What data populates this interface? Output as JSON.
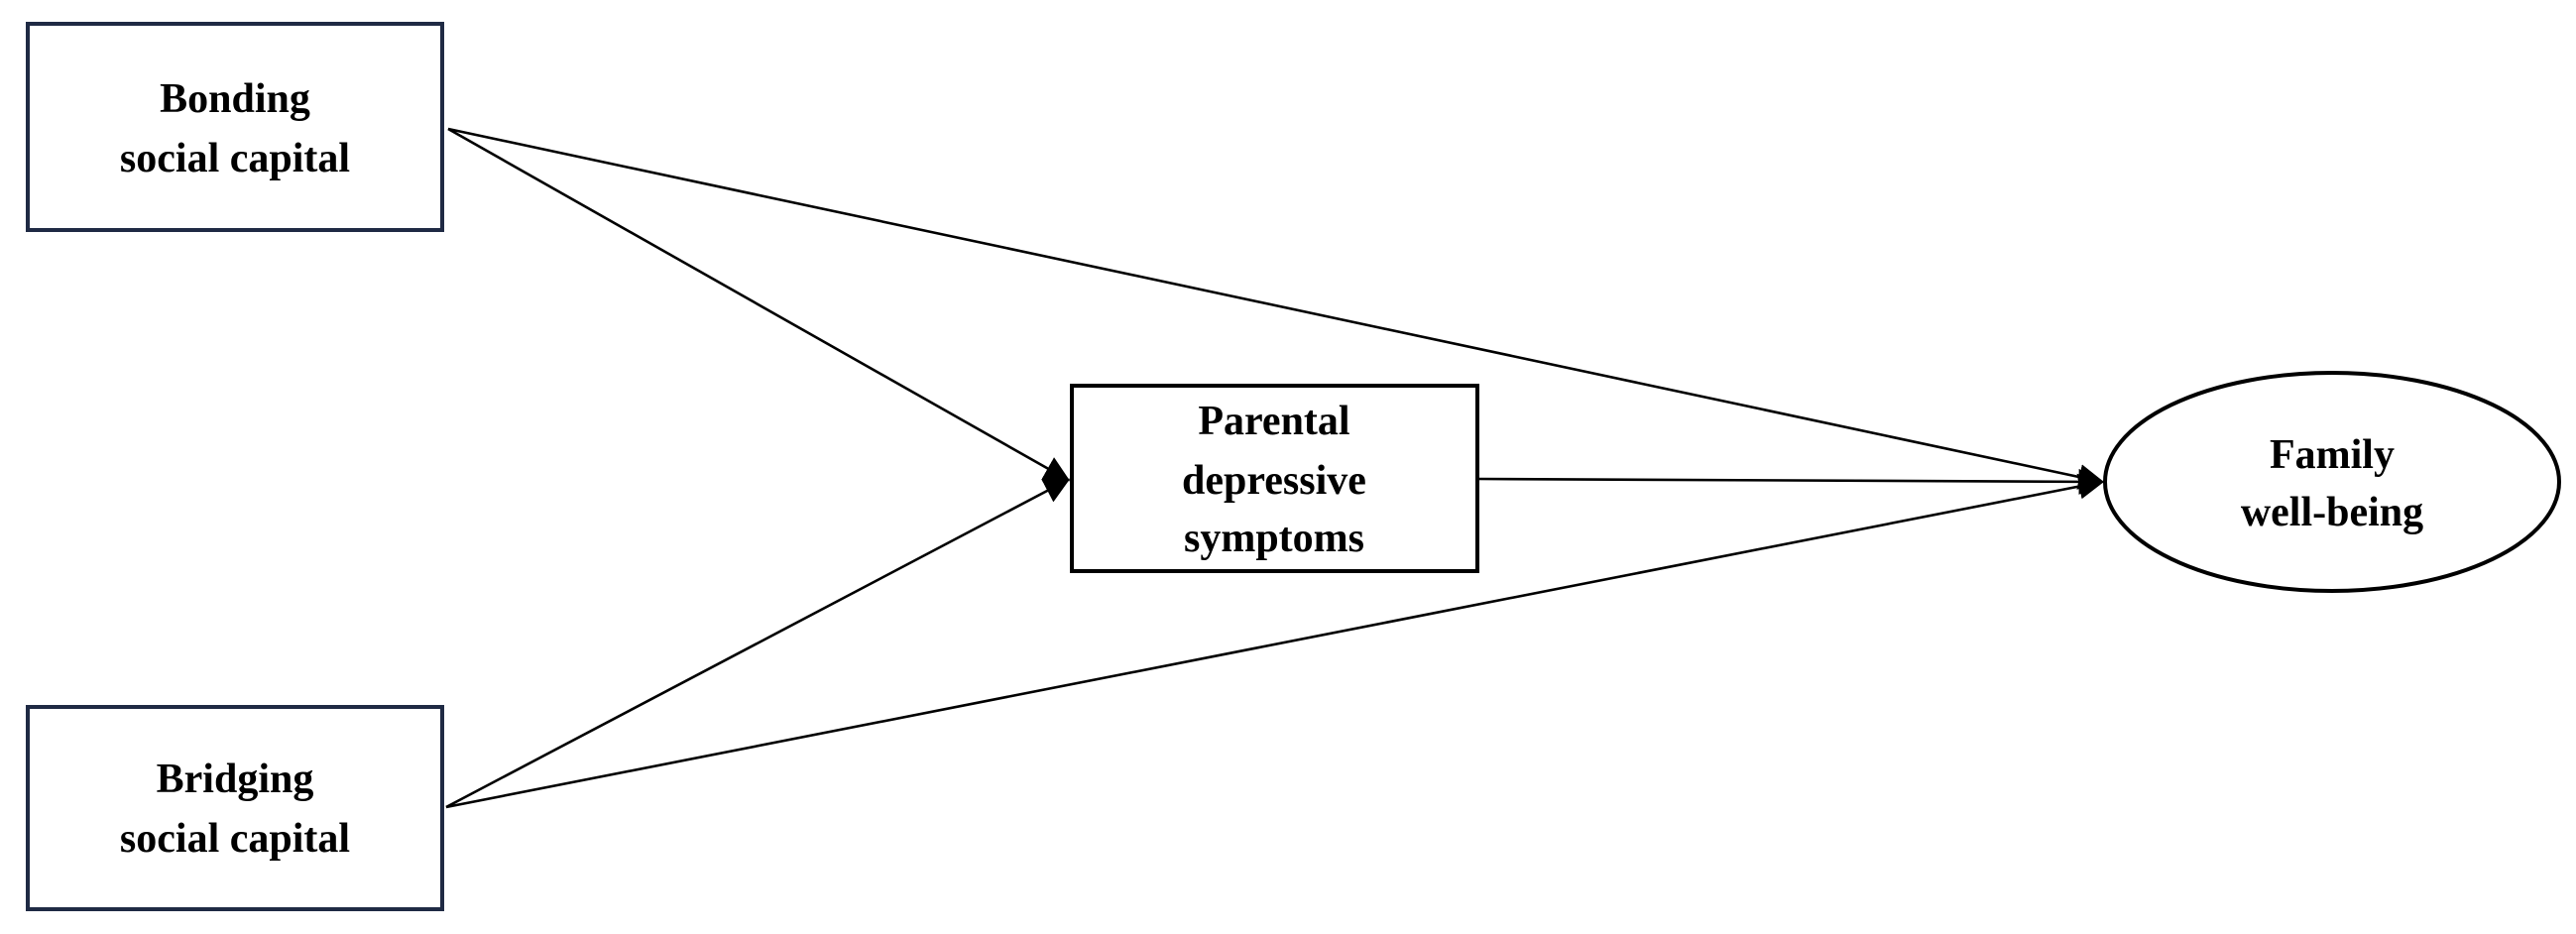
{
  "nodes": {
    "bonding": {
      "line1": "Bonding",
      "line2": "social capital"
    },
    "bridging": {
      "line1": "Bridging",
      "line2": "social capital"
    },
    "parental": {
      "line1": "Parental",
      "line2": "depressive",
      "line3": "symptoms"
    },
    "family": {
      "line1": "Family",
      "line2": "well-being"
    }
  },
  "colors": {
    "outer_box_stroke": "#1f2a44",
    "inner_stroke": "#000000",
    "text": "#000000",
    "background": "#ffffff"
  },
  "edges": [
    {
      "from": "bonding",
      "to": "parental"
    },
    {
      "from": "bonding",
      "to": "family"
    },
    {
      "from": "bridging",
      "to": "parental"
    },
    {
      "from": "bridging",
      "to": "family"
    },
    {
      "from": "parental",
      "to": "family"
    }
  ]
}
